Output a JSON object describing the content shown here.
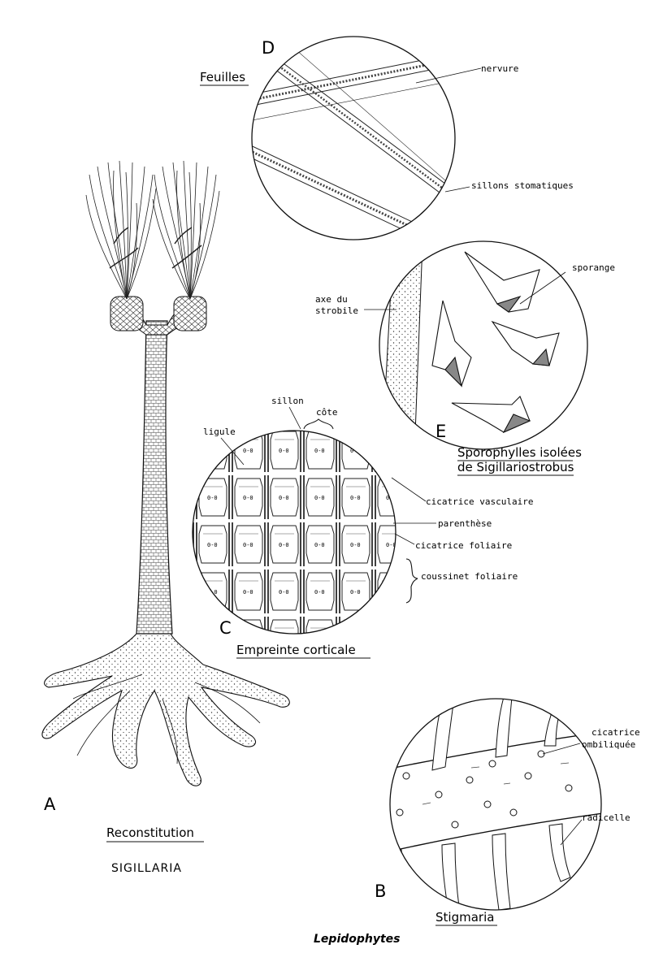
{
  "letters": {
    "a": "A",
    "b": "B",
    "c": "C",
    "d": "D",
    "e": "E"
  },
  "titles": {
    "reconstitution": "Reconstitution",
    "genus": "SIGILLARIA",
    "feuilles": "Feuilles",
    "empreinte": "Empreinte corticale",
    "sporophylles_line1": "Sporophylles isolées",
    "sporophylles_line2": "de Sigillariostrobus",
    "stigmaria": "Stigmaria"
  },
  "labels": {
    "nervure": "nervure",
    "sillons": "sillons stomatiques",
    "sporange": "sporange",
    "axe_line1": "axe du",
    "axe_line2": "strobile",
    "sillon": "sillon",
    "cote": "côte",
    "ligule": "ligule",
    "cicatrice_vasculaire": "cicatrice vasculaire",
    "parenthese": "parenthèse",
    "cicatrice_foliaire": "cicatrice foliaire",
    "coussinet": "coussinet foliaire",
    "ombiliquee_line1": "cicatrice",
    "ombiliquee_line2": "ombiliquée",
    "radicelle": "radicelle"
  },
  "caption": "Lepidophytes"
}
